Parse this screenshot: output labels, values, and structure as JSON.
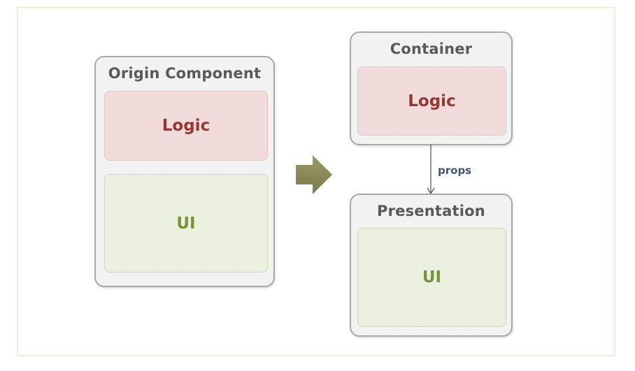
{
  "origin": {
    "title": "Origin Component",
    "logic_label": "Logic",
    "ui_label": "UI"
  },
  "container": {
    "title": "Container",
    "logic_label": "Logic"
  },
  "connector": {
    "label": "props"
  },
  "presentation": {
    "title": "Presentation",
    "ui_label": "UI"
  },
  "colors": {
    "logic_fill": "#f2dcdb",
    "logic_text": "#953735",
    "ui_fill": "#ebf1de",
    "ui_text": "#77933c",
    "card_fill": "#f2f2f2",
    "card_border": "#a8a8a8",
    "arrow": "#8b8b5a"
  }
}
